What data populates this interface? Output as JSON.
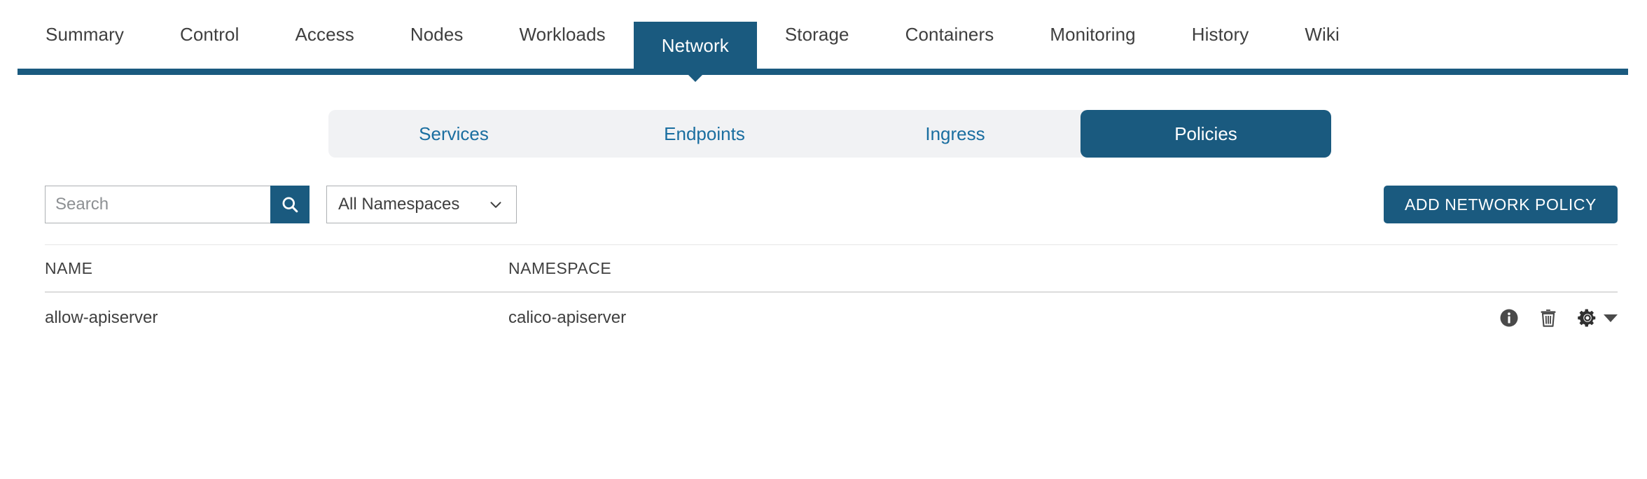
{
  "topnav": {
    "tabs": [
      {
        "label": "Summary",
        "active": false
      },
      {
        "label": "Control",
        "active": false
      },
      {
        "label": "Access",
        "active": false
      },
      {
        "label": "Nodes",
        "active": false
      },
      {
        "label": "Workloads",
        "active": false
      },
      {
        "label": "Network",
        "active": true
      },
      {
        "label": "Storage",
        "active": false
      },
      {
        "label": "Containers",
        "active": false
      },
      {
        "label": "Monitoring",
        "active": false
      },
      {
        "label": "History",
        "active": false
      },
      {
        "label": "Wiki",
        "active": false
      }
    ],
    "accent_color": "#1a5a7f"
  },
  "subtabs": {
    "items": [
      {
        "label": "Services",
        "active": false
      },
      {
        "label": "Endpoints",
        "active": false
      },
      {
        "label": "Ingress",
        "active": false
      },
      {
        "label": "Policies",
        "active": true
      }
    ],
    "background_color": "#f1f2f4",
    "link_color": "#1a6ea0",
    "active_color": "#1a5a7f"
  },
  "toolbar": {
    "search": {
      "value": "",
      "placeholder": "Search",
      "button_icon": "search-icon"
    },
    "namespace_select": {
      "selected": "All Namespaces",
      "icon": "chevron-down-icon"
    },
    "add_button": {
      "label": "ADD NETWORK POLICY"
    }
  },
  "table": {
    "columns": [
      "NAME",
      "NAMESPACE"
    ],
    "rows": [
      {
        "name": "allow-apiserver",
        "namespace": "calico-apiserver",
        "actions": [
          "info-icon",
          "trash-icon",
          "gear-icon"
        ]
      }
    ]
  }
}
